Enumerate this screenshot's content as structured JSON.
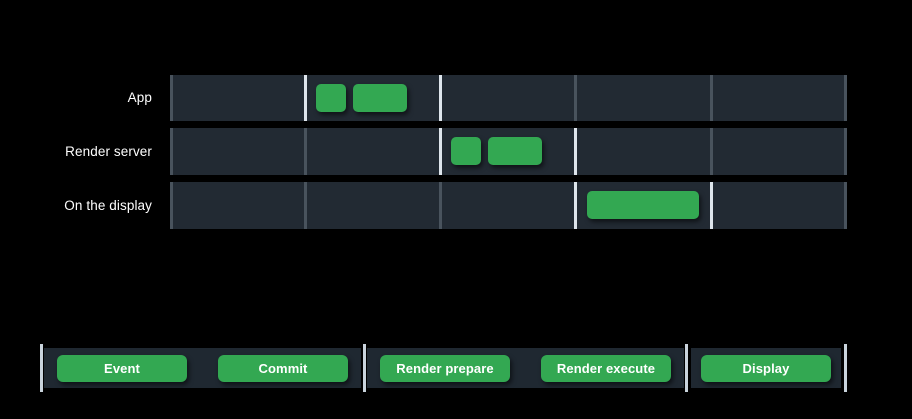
{
  "colors": {
    "background": "#000000",
    "track_background": "#222A33",
    "legend_background": "#1F2831",
    "work_block_green": "#33A852",
    "divider_dim": "#49535D",
    "divider_bright": "#DEE5EC",
    "legend_divider": "#C9D3DC",
    "text": "#FFFFFF"
  },
  "timeline": {
    "frame_count": 5,
    "rows": [
      {
        "label": "App",
        "highlighted_boundaries": [
          1,
          2
        ],
        "blocks": [
          {
            "phase": "Event",
            "start": 1.08,
            "end": 1.3
          },
          {
            "phase": "Commit",
            "start": 1.35,
            "end": 1.75
          }
        ]
      },
      {
        "label": "Render server",
        "highlighted_boundaries": [
          2,
          3
        ],
        "blocks": [
          {
            "phase": "Render prepare",
            "start": 2.08,
            "end": 2.3
          },
          {
            "phase": "Render execute",
            "start": 2.35,
            "end": 2.75
          }
        ]
      },
      {
        "label": "On the display",
        "highlighted_boundaries": [
          3,
          4
        ],
        "blocks": [
          {
            "phase": "Display",
            "start": 3.08,
            "end": 3.91
          }
        ]
      }
    ]
  },
  "legend": {
    "sections": [
      {
        "name": "app-phases",
        "buttons": [
          "Event",
          "Commit"
        ]
      },
      {
        "name": "render-server-phases",
        "buttons": [
          "Render prepare",
          "Render execute"
        ]
      },
      {
        "name": "display-phases",
        "buttons": [
          "Display"
        ]
      }
    ]
  }
}
